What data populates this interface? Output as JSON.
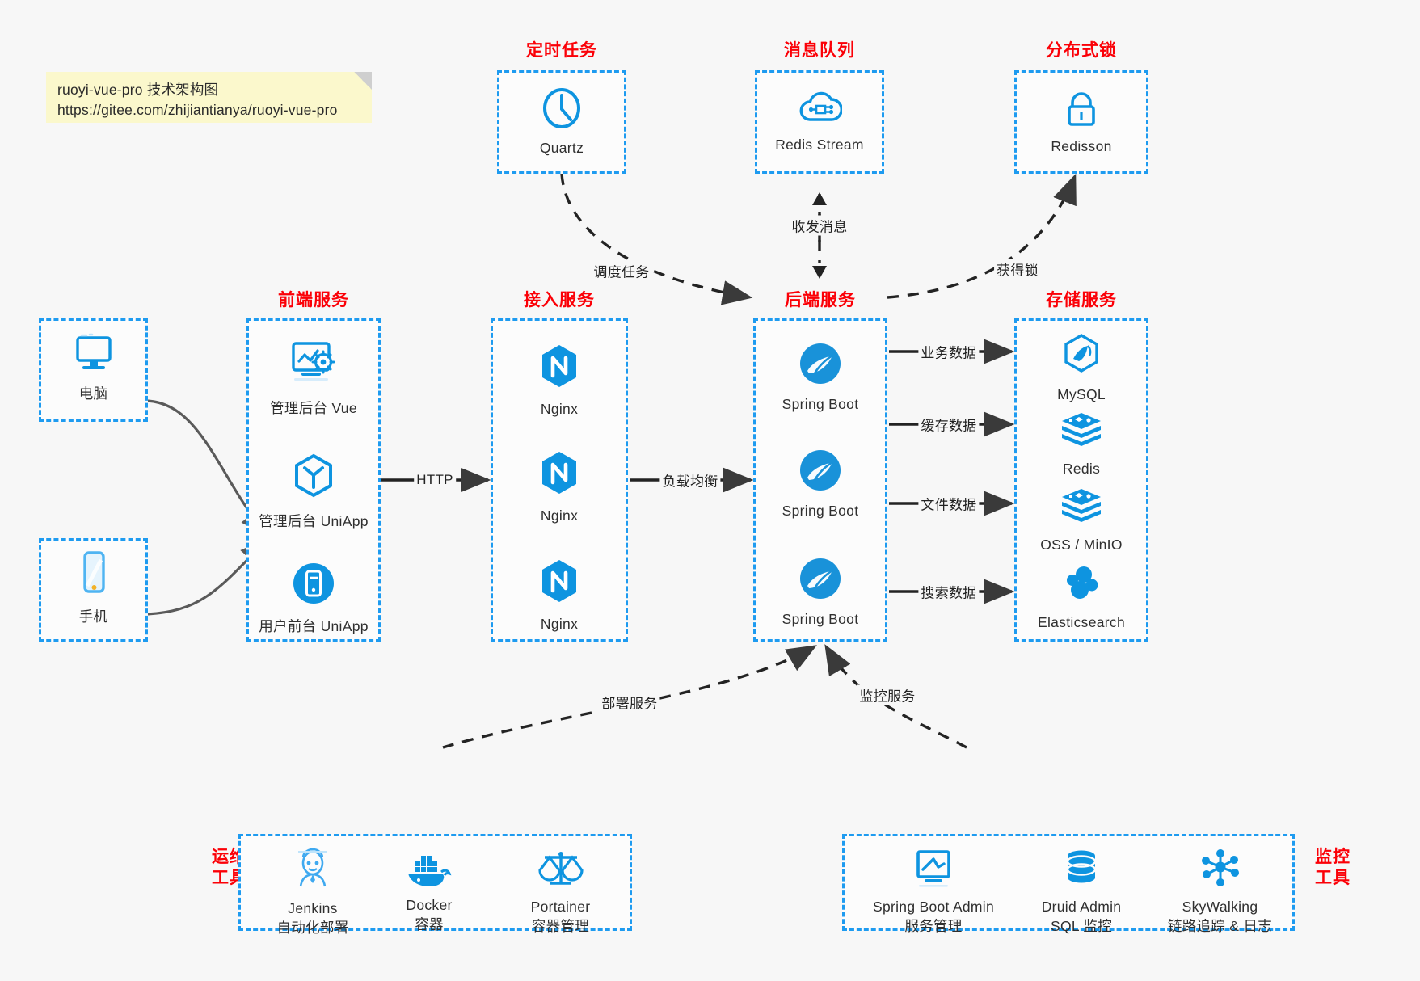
{
  "note": {
    "line1": "ruoyi-vue-pro 技术架构图",
    "line2": "https://gitee.com/zhijiantianya/ruoyi-vue-pro"
  },
  "colors": {
    "accent_blue": "#1E9BF0",
    "icon_blue": "#0e94e0",
    "title_red": "#fb0007",
    "text": "#2f2f2f",
    "arrow": "#3a3a3a",
    "background": "#f7f7f7",
    "note_bg": "#fbf8cc"
  },
  "groups": {
    "scheduler": {
      "title": "定时任务",
      "nodes": [
        {
          "label": "Quartz",
          "icon": "clock-icon"
        }
      ]
    },
    "message_queue": {
      "title": "消息队列",
      "nodes": [
        {
          "label": "Redis Stream",
          "icon": "cloud-stream-icon"
        }
      ]
    },
    "distributed_lock": {
      "title": "分布式锁",
      "nodes": [
        {
          "label": "Redisson",
          "icon": "lock-icon"
        }
      ]
    },
    "clients": {
      "nodes": [
        {
          "label": "电脑",
          "icon": "desktop-monitor-icon"
        },
        {
          "label": "手机",
          "icon": "mobile-phone-icon"
        }
      ]
    },
    "frontend": {
      "title": "前端服务",
      "nodes": [
        {
          "label": "管理后台 Vue",
          "icon": "dashboard-gear-icon"
        },
        {
          "label": "管理后台 UniApp",
          "icon": "uniapp-hexagon-icon"
        },
        {
          "label": "用户前台 UniApp",
          "icon": "mobile-app-circle-icon"
        }
      ]
    },
    "gateway": {
      "title": "接入服务",
      "nodes": [
        {
          "label": "Nginx",
          "icon": "nginx-icon"
        },
        {
          "label": "Nginx",
          "icon": "nginx-icon"
        },
        {
          "label": "Nginx",
          "icon": "nginx-icon"
        }
      ]
    },
    "backend": {
      "title": "后端服务",
      "nodes": [
        {
          "label": "Spring Boot",
          "icon": "spring-boot-icon"
        },
        {
          "label": "Spring Boot",
          "icon": "spring-boot-icon"
        },
        {
          "label": "Spring Boot",
          "icon": "spring-boot-icon"
        }
      ]
    },
    "storage": {
      "title": "存储服务",
      "nodes": [
        {
          "label": "MySQL",
          "icon": "mysql-dolphin-icon"
        },
        {
          "label": "Redis",
          "icon": "redis-stack-icon"
        },
        {
          "label": "OSS / MinIO",
          "icon": "oss-stack-icon"
        },
        {
          "label": "Elasticsearch",
          "icon": "elasticsearch-icon"
        }
      ]
    },
    "devops": {
      "title": "运维\n工具",
      "title_lines": [
        "运维",
        "工具"
      ],
      "nodes": [
        {
          "label": "Jenkins",
          "sublabel": "自动化部署",
          "icon": "jenkins-butler-icon"
        },
        {
          "label": "Docker",
          "sublabel": "容器",
          "icon": "docker-whale-icon"
        },
        {
          "label": "Portainer",
          "sublabel": "容器管理",
          "icon": "portainer-scales-icon"
        }
      ]
    },
    "monitoring": {
      "title_lines": [
        "监控",
        "工具"
      ],
      "nodes": [
        {
          "label": "Spring Boot Admin",
          "sublabel": "服务管理",
          "icon": "monitor-chart-icon"
        },
        {
          "label": "Druid Admin",
          "sublabel": "SQL 监控",
          "icon": "database-cylinder-icon"
        },
        {
          "label": "SkyWalking",
          "sublabel": "链路追踪 & 日志",
          "icon": "skywalking-nodes-icon"
        }
      ]
    }
  },
  "edges": [
    {
      "id": "edge-http",
      "label": "HTTP",
      "from": "frontend",
      "to": "gateway",
      "style": "solid"
    },
    {
      "id": "edge-load-balance",
      "label": "负载均衡",
      "from": "gateway",
      "to": "backend",
      "style": "solid"
    },
    {
      "id": "edge-business-data",
      "label": "业务数据",
      "from": "backend",
      "to": "mysql",
      "style": "solid"
    },
    {
      "id": "edge-cache-data",
      "label": "缓存数据",
      "from": "backend",
      "to": "redis",
      "style": "solid"
    },
    {
      "id": "edge-file-data",
      "label": "文件数据",
      "from": "backend",
      "to": "oss",
      "style": "solid"
    },
    {
      "id": "edge-search-data",
      "label": "搜索数据",
      "from": "backend",
      "to": "elasticsearch",
      "style": "solid"
    },
    {
      "id": "edge-schedule-task",
      "label": "调度任务",
      "from": "scheduler",
      "to": "backend",
      "style": "dashed"
    },
    {
      "id": "edge-send-receive-message",
      "label": "收发消息",
      "from": "message_queue",
      "to": "backend",
      "style": "dashed-bidirectional"
    },
    {
      "id": "edge-acquire-lock",
      "label": "获得锁",
      "from": "backend",
      "to": "distributed_lock",
      "style": "dashed"
    },
    {
      "id": "edge-deploy-service",
      "label": "部署服务",
      "from": "devops",
      "to": "backend",
      "style": "dashed"
    },
    {
      "id": "edge-monitor-service",
      "label": "监控服务",
      "from": "monitoring",
      "to": "backend",
      "style": "dashed"
    }
  ]
}
